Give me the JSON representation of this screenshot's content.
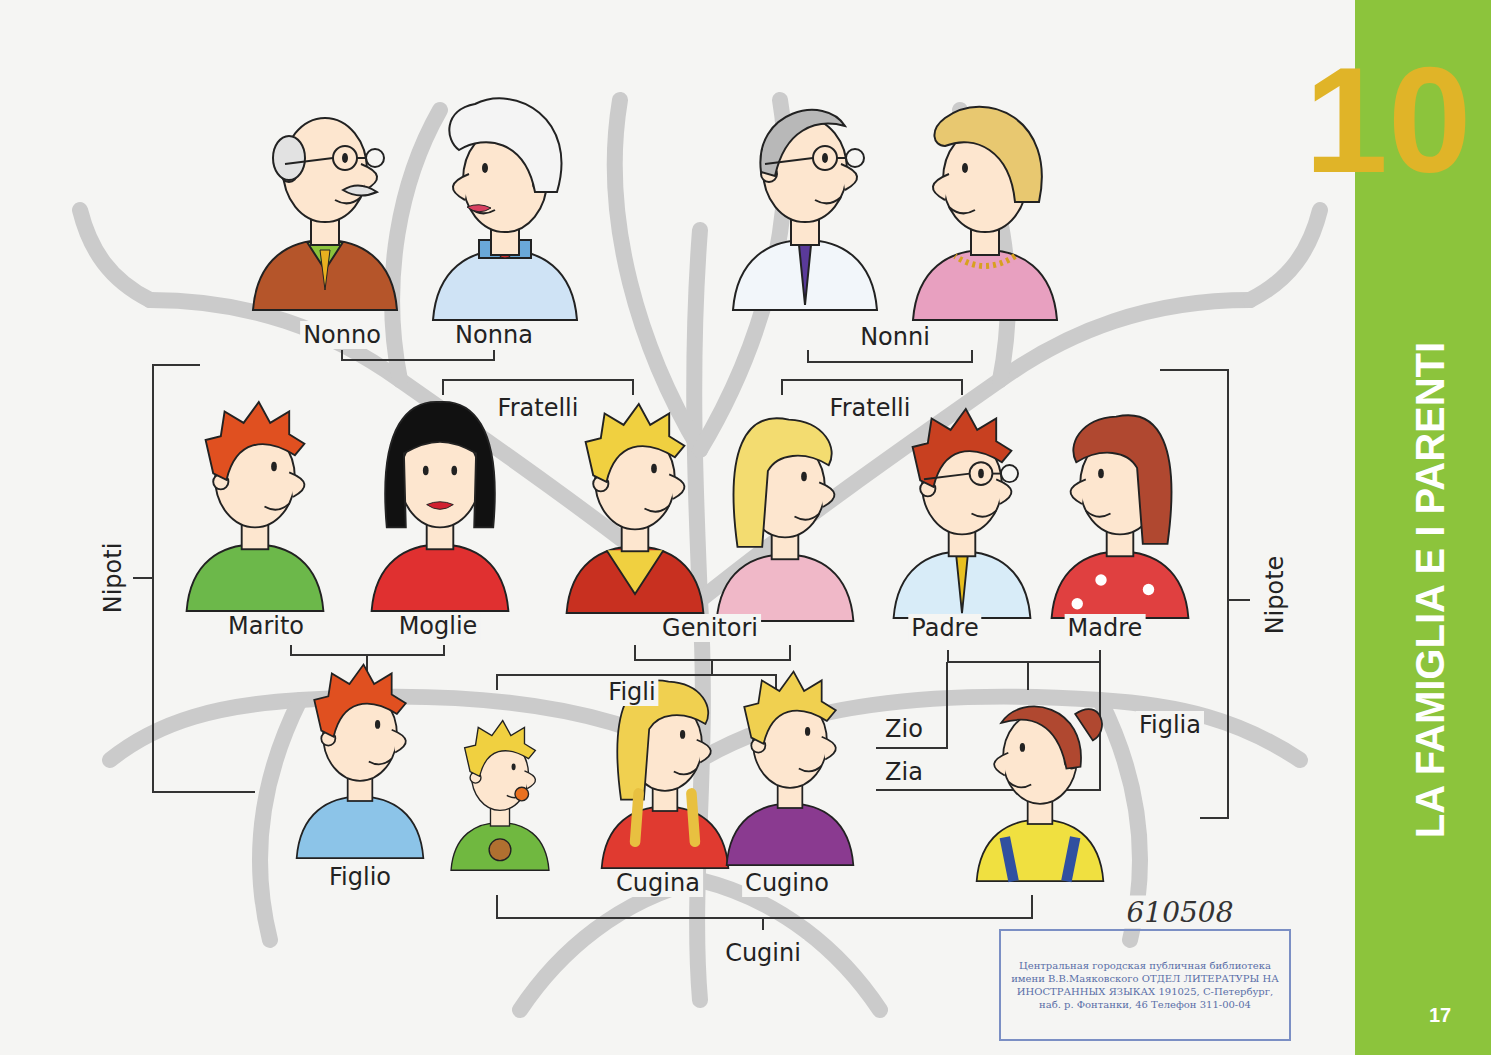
{
  "diagram": {
    "title": "LA FAMIGLIA E I PARENTI",
    "labels": [
      "10",
      "Nonno",
      "Nonna",
      "Nonni",
      "Fratelli",
      "Fratelli",
      "Nipoti",
      "Marito",
      "Moglie",
      "Genitori",
      "Padre",
      "Madre",
      "Nipote",
      "Figli",
      "Zio",
      "Figlia",
      "Zia",
      "Figlio",
      "Cugina",
      "Cugino",
      "610508",
      "Cugini",
      "Центральная городская публичная библиотека имени В.В.Маяковского ОТДЕЛ ЛИТЕРАТУРЫ НА ИНОСТРАННЫХ ЯЗЫКАХ 191025, С-Петербург, наб. р. Фонтанки, 46 Телефон 311-00-04",
      "17"
    ]
  }
}
